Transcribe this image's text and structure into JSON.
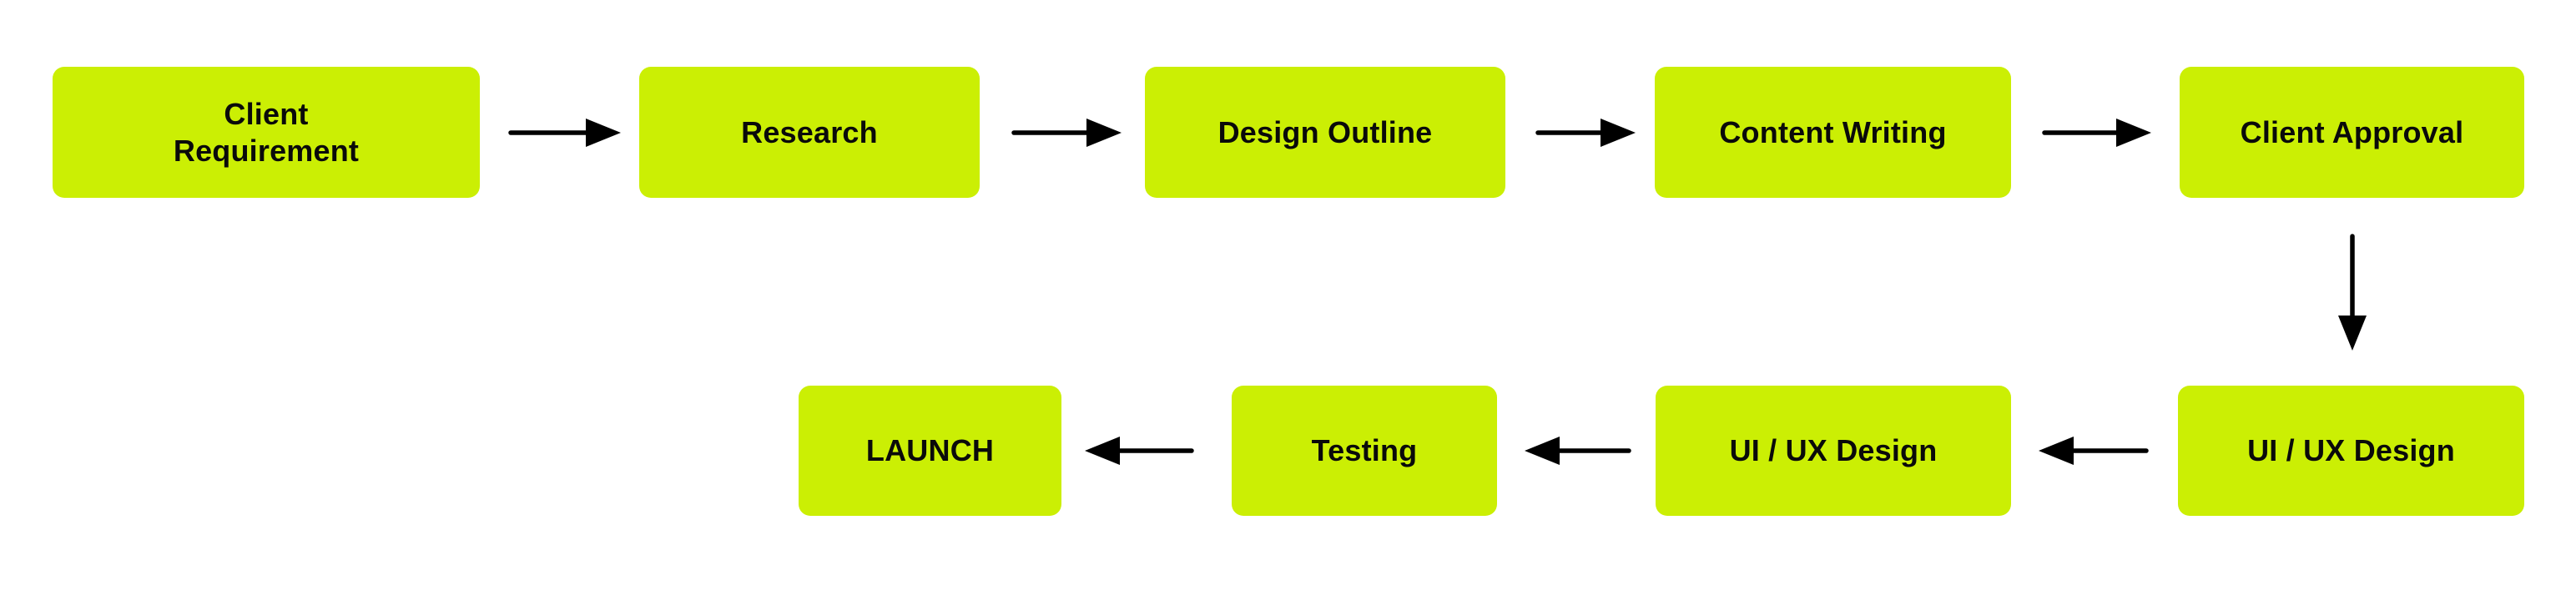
{
  "diagram": {
    "type": "flowchart",
    "colors": {
      "background": "#FFFFFF",
      "node_fill": "#CBEF04",
      "node_text": "#0A0A0A",
      "arrow": "#000000"
    },
    "nodes": [
      {
        "id": "client-requirement",
        "label": "Client Requirement",
        "row": "top"
      },
      {
        "id": "research",
        "label": "Research",
        "row": "top"
      },
      {
        "id": "design-outline",
        "label": "Design Outline",
        "row": "top"
      },
      {
        "id": "content-writing",
        "label": "Content Writing",
        "row": "top"
      },
      {
        "id": "client-approval",
        "label": "Client Approval",
        "row": "top"
      },
      {
        "id": "ui-ux-design-1",
        "label": "UI / UX Design",
        "row": "bottom"
      },
      {
        "id": "ui-ux-design-2",
        "label": "UI / UX Design",
        "row": "bottom"
      },
      {
        "id": "testing",
        "label": "Testing",
        "row": "bottom"
      },
      {
        "id": "launch",
        "label": "LAUNCH",
        "row": "bottom"
      }
    ],
    "edges": [
      {
        "from": "client-requirement",
        "to": "research",
        "direction": "right"
      },
      {
        "from": "research",
        "to": "design-outline",
        "direction": "right"
      },
      {
        "from": "design-outline",
        "to": "content-writing",
        "direction": "right"
      },
      {
        "from": "content-writing",
        "to": "client-approval",
        "direction": "right"
      },
      {
        "from": "client-approval",
        "to": "ui-ux-design-1",
        "direction": "down"
      },
      {
        "from": "ui-ux-design-1",
        "to": "ui-ux-design-2",
        "direction": "left"
      },
      {
        "from": "ui-ux-design-2",
        "to": "testing",
        "direction": "left"
      },
      {
        "from": "testing",
        "to": "launch",
        "direction": "left"
      }
    ]
  }
}
